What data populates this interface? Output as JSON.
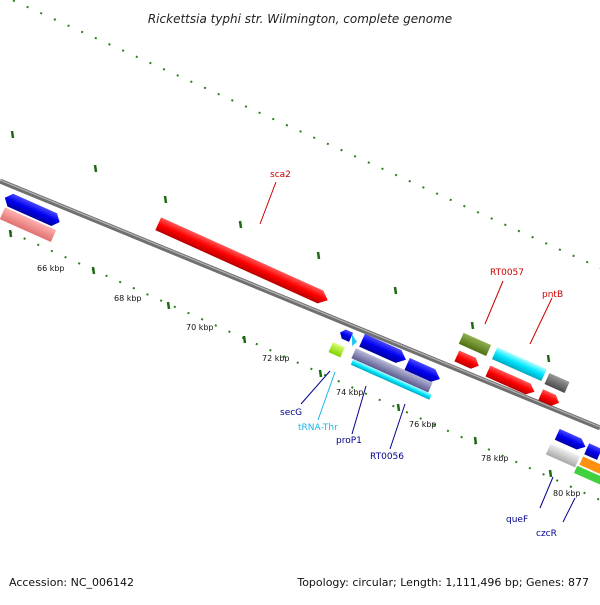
{
  "title": "Rickettsia typhi str. Wilmington, complete genome",
  "footer": {
    "accession": "Accession: NC_006142",
    "summary": "Topology: circular; Length: 1,111,496 bp; Genes: 877"
  },
  "scale_labels": [
    "66 kbp",
    "68 kbp",
    "70 kbp",
    "72 kbp",
    "74 kbp",
    "76 kbp",
    "78 kbp",
    "80 kbp"
  ],
  "gene_labels": {
    "sca2": "sca2",
    "rt0057": "RT0057",
    "pntb": "pntB",
    "secg": "secG",
    "trna_thr": "tRNA-Thr",
    "prop1": "proP1",
    "rt0056": "RT0056",
    "quef": "queF",
    "czcr": "czcR"
  },
  "colors": {
    "backbone": "#8a8a8a",
    "tick": "#2e7d1e",
    "forward_label": "#cc0000",
    "reverse_label": "#00008b",
    "trna_label": "#1ab8e6"
  }
}
